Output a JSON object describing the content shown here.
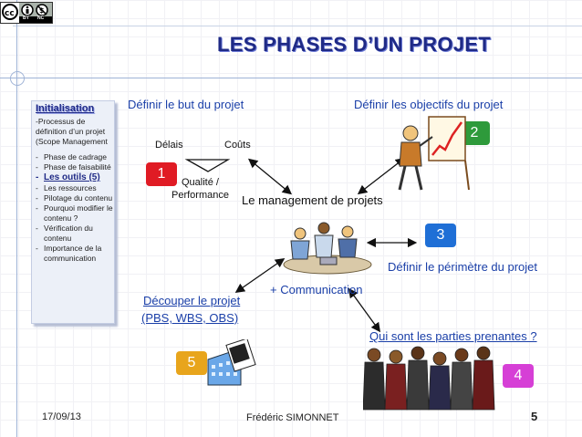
{
  "slide": {
    "title": "LES PHASES D’UN PROJET",
    "cc_badge": {
      "by": "BY",
      "nc": "NC"
    },
    "sidebar": {
      "heading": "Initialisation",
      "intro": "-Processus de définition d’un projet (Scope Management",
      "items": [
        {
          "label": "Phase de cadrage",
          "bold": false
        },
        {
          "label": "Phase de faisabilité",
          "bold": false
        },
        {
          "label": "Les outils (5)",
          "bold": true
        },
        {
          "label": "Les ressources",
          "bold": false
        },
        {
          "label": "Pilotage du contenu",
          "bold": false
        },
        {
          "label": "Pourquoi modifier le contenu ?",
          "bold": false
        },
        {
          "label": "Vérification du contenu",
          "bold": false
        },
        {
          "label": "Importance de la communication",
          "bold": false
        }
      ]
    },
    "goal": "Définir le but du projet",
    "triangle": {
      "delais": "Délais",
      "couts": "Coûts",
      "qualite": "Qualité /",
      "performance": "Performance"
    },
    "objectives": "Définir les objectifs du projet",
    "center": "Le management de projets",
    "perimeter": "Définir le périmètre du projet",
    "communication": "+ Communication",
    "decouper_1": "Découper le projet",
    "decouper_2": "(PBS, WBS, OBS)",
    "stakeholders": "Qui sont les parties prenantes ?",
    "badges": {
      "b1": "1",
      "b2": "2",
      "b3": "3",
      "b4": "4",
      "b5": "5"
    },
    "badge_colors": {
      "b1": "#e01b24",
      "b2": "#2e9a3b",
      "b3": "#1f6fd6",
      "b4": "#d63fd6",
      "b5": "#e8a51c"
    },
    "footer": {
      "date": "17/09/13",
      "author": "Frédéric SIMONNET",
      "page": "5"
    },
    "icons": [
      "cc-license-icon",
      "presenter-chart-icon",
      "team-meeting-icon",
      "businesspeople-icon",
      "building-document-icon"
    ]
  }
}
